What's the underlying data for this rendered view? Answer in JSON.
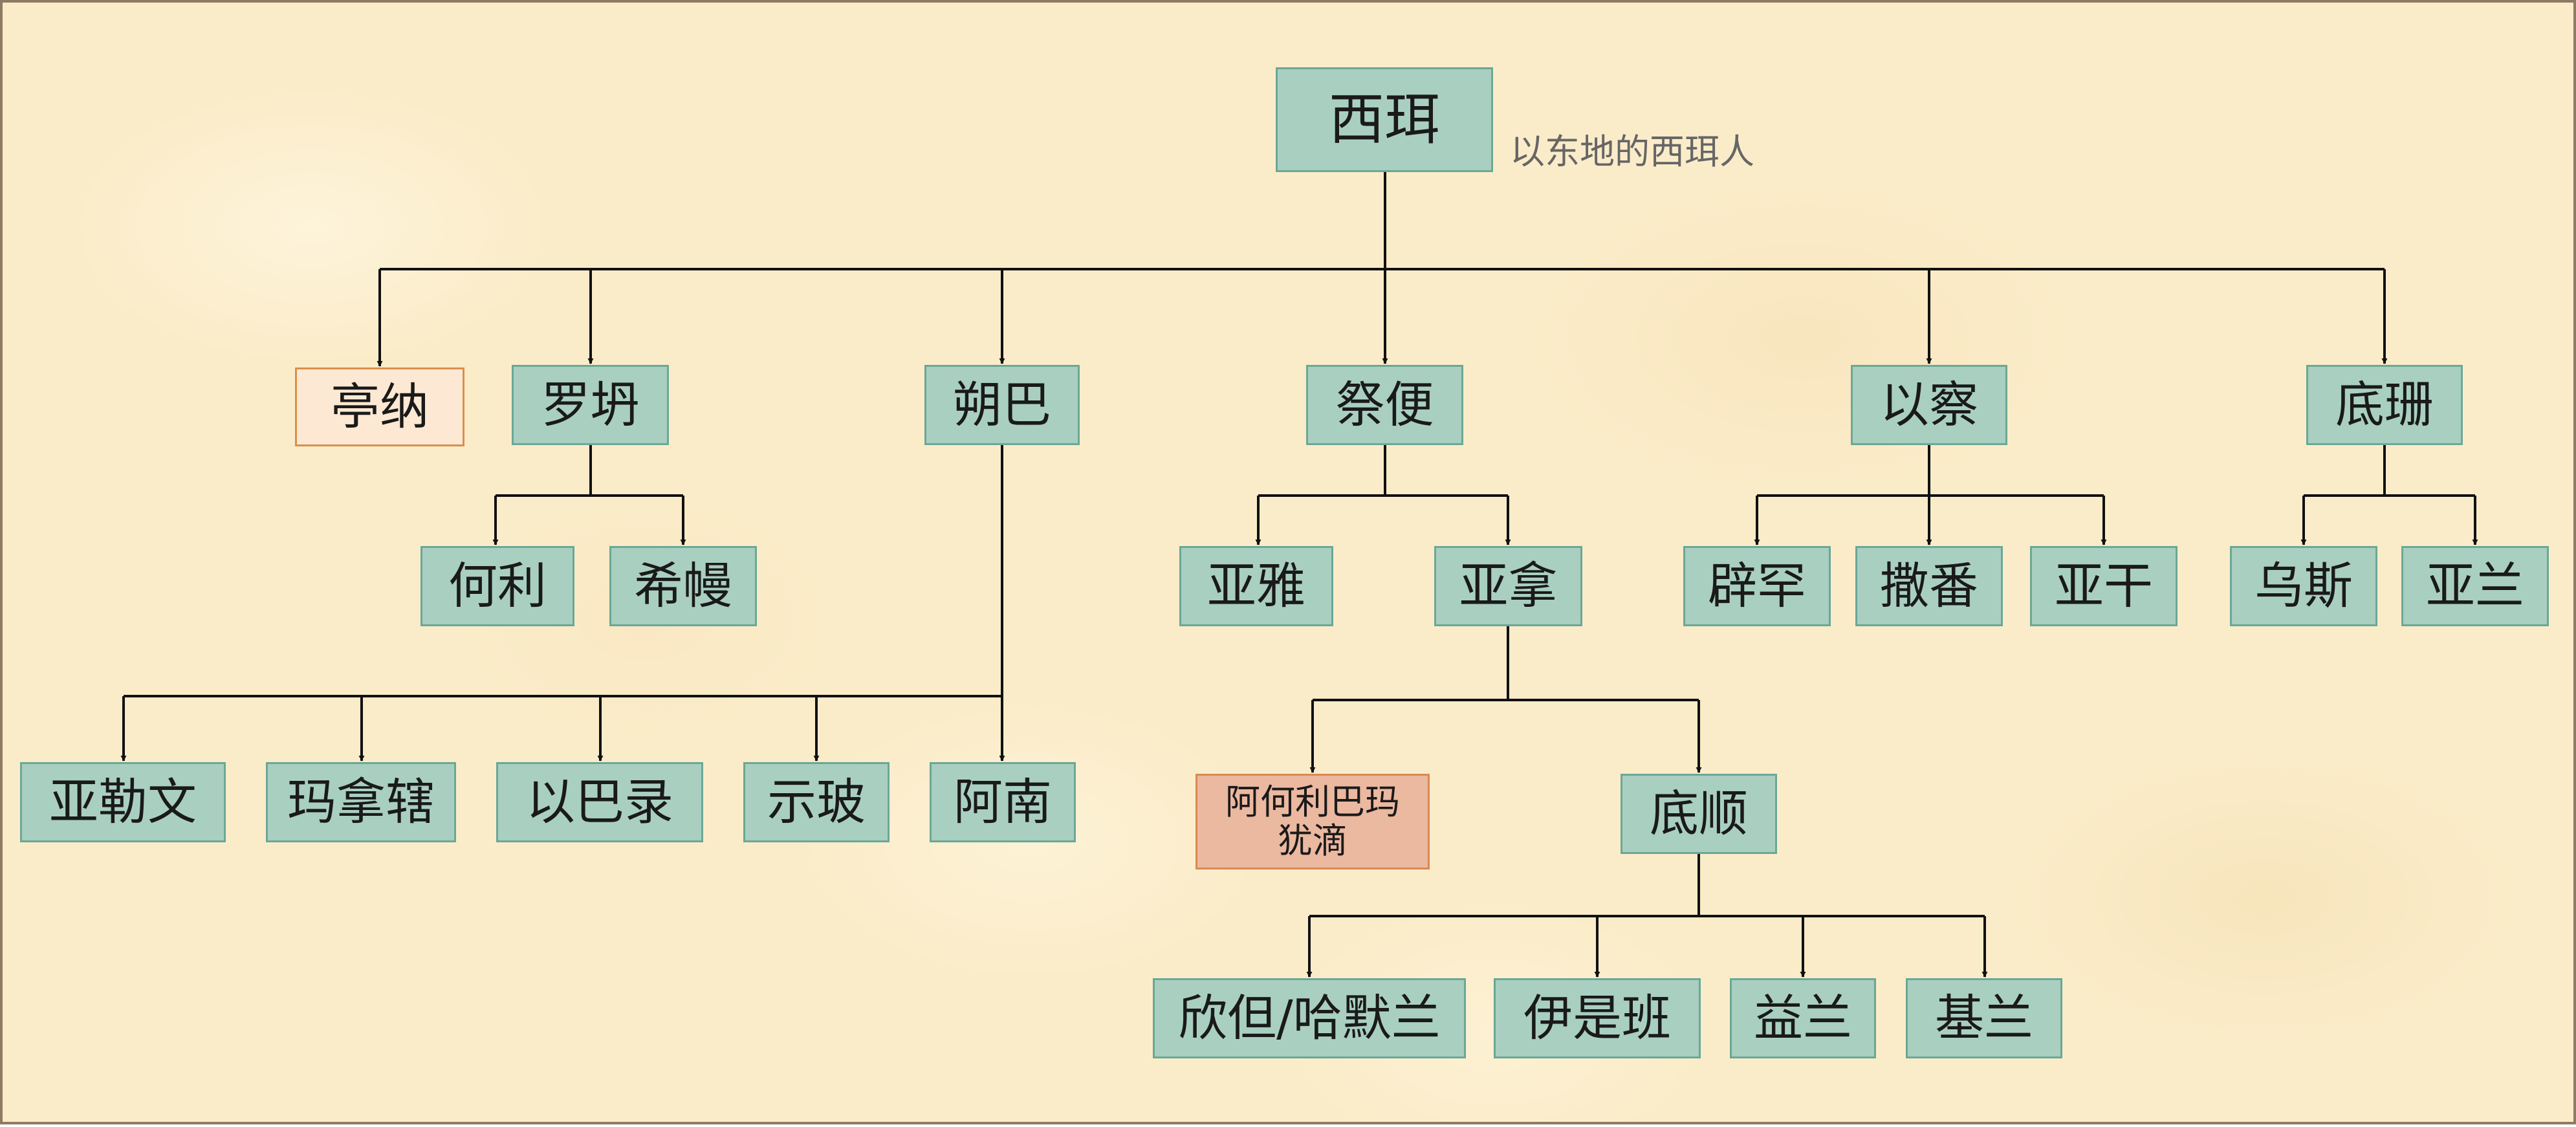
{
  "diagram": {
    "root": {
      "label": "西珥",
      "note": "以东地的西珥人"
    },
    "sons": [
      {
        "label": "亭纳"
      },
      {
        "label": "罗坍"
      },
      {
        "label": "朔巴"
      },
      {
        "label": "祭便"
      },
      {
        "label": "以察"
      },
      {
        "label": "底珊"
      }
    ],
    "lotan_children": [
      {
        "label": "何利"
      },
      {
        "label": "希幔"
      }
    ],
    "shobal_children": [
      {
        "label": "亚勒文"
      },
      {
        "label": "玛拿辖"
      },
      {
        "label": "以巴录"
      },
      {
        "label": "示玻"
      },
      {
        "label": "阿南"
      }
    ],
    "zibeon_children": [
      {
        "label": "亚雅"
      },
      {
        "label": "亚拿"
      }
    ],
    "anah_children": [
      {
        "label": "阿何利巴玛\n犹滴"
      },
      {
        "label": "底顺"
      }
    ],
    "dishon_children": [
      {
        "label": "欣但/哈默兰"
      },
      {
        "label": "伊是班"
      },
      {
        "label": "益兰"
      },
      {
        "label": "基兰"
      }
    ],
    "ezer_children": [
      {
        "label": "辟罕"
      },
      {
        "label": "撒番"
      },
      {
        "label": "亚干"
      }
    ],
    "dishan_children": [
      {
        "label": "乌斯"
      },
      {
        "label": "亚兰"
      }
    ]
  },
  "colors": {
    "node_fill": "#a9cfc1",
    "node_border": "#6aa896",
    "female_fill": "#fde9d3",
    "female_border": "#d98f4e",
    "highlight_fill": "#ebb8a0",
    "line": "#111111"
  }
}
